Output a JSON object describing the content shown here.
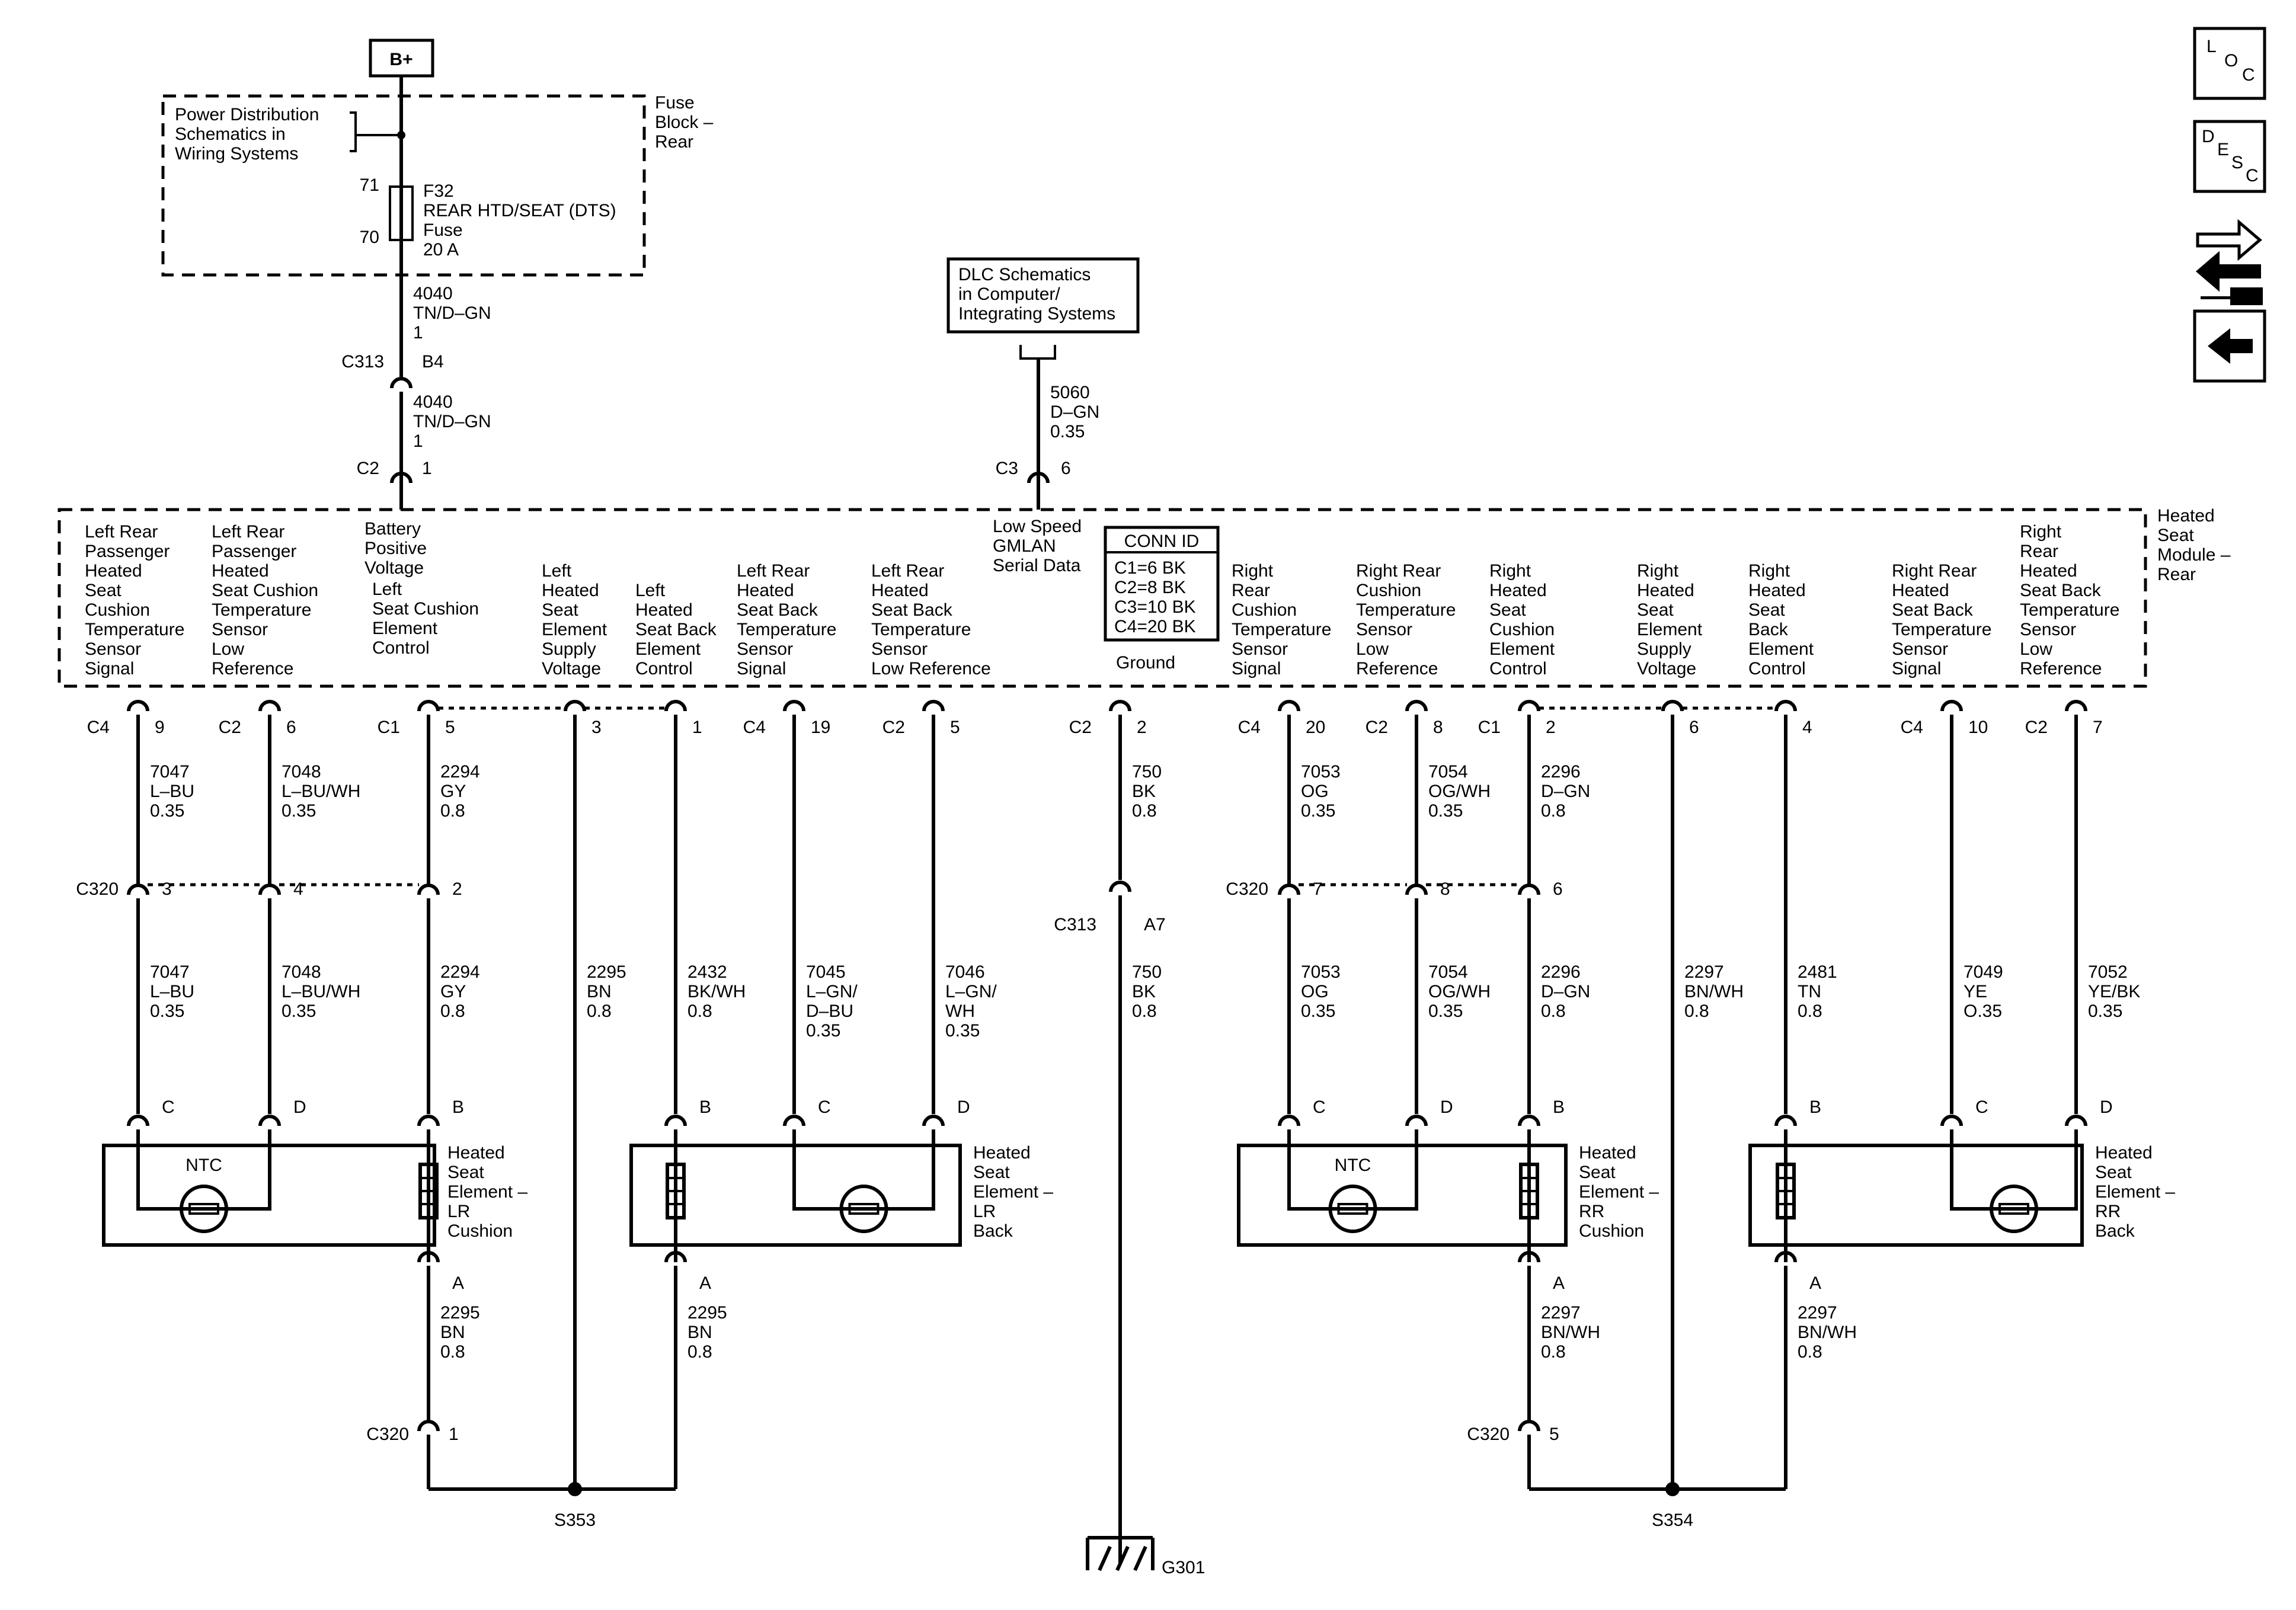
{
  "power": {
    "battery_label": "B+",
    "ref_schematic": [
      "Power Distribution",
      "Schematics in",
      "Wiring Systems"
    ],
    "fuse_block": [
      "Fuse",
      "Block –",
      "Rear"
    ],
    "fuse_pin_top": "71",
    "fuse_pin_bottom": "70",
    "fuse_text": [
      "F32",
      "REAR HTD/SEAT (DTS)",
      "Fuse",
      "20 A"
    ],
    "wire_top": [
      "4040",
      "TN/D–GN",
      "1"
    ],
    "c313_label": "C313",
    "c313_pin": "B4",
    "wire_bottom": [
      "4040",
      "TN/D–GN",
      "1"
    ],
    "c2_label": "C2",
    "c2_pin": "1"
  },
  "dlc": {
    "ref": [
      "DLC Schematics",
      "in Computer/",
      "Integrating Systems"
    ],
    "wire": [
      "5060",
      "D–GN",
      "0.35"
    ],
    "conn": "C3",
    "pin": "6"
  },
  "module": {
    "name": [
      "Heated",
      "Seat",
      "Module –",
      "Rear"
    ],
    "conn_id_title": "CONN ID",
    "conn_id": [
      "C1=6 BK",
      "C2=8 BK",
      "C3=10 BK",
      "C4=20 BK"
    ],
    "gmlan": [
      "Low Speed",
      "GMLAN",
      "Serial Data"
    ],
    "ground_label": "Ground",
    "functions": [
      [
        "Left Rear",
        "Passenger",
        "Heated",
        "Seat",
        "Cushion",
        "Temperature",
        "Sensor",
        "Signal"
      ],
      [
        "Left Rear",
        "Passenger",
        "Heated",
        "Seat Cushion",
        "Temperature",
        "Sensor",
        "Low",
        "Reference"
      ],
      [
        "Battery",
        "Positive",
        "Voltage"
      ],
      [
        "Left",
        "Seat Cushion",
        "Element",
        "Control"
      ],
      [
        "Left",
        "Heated",
        "Seat",
        "Element",
        "Supply",
        "Voltage"
      ],
      [
        "Left",
        "Heated",
        "Seat Back",
        "Element",
        "Control"
      ],
      [
        "Left Rear",
        "Heated",
        "Seat Back",
        "Temperature",
        "Sensor",
        "Signal"
      ],
      [
        "Left Rear",
        "Heated",
        "Seat Back",
        "Temperature",
        "Sensor",
        "Low Reference"
      ],
      [
        "Right",
        "Rear",
        "Cushion",
        "Temperature",
        "Sensor",
        "Signal"
      ],
      [
        "Right Rear",
        "Cushion",
        "Temperature",
        "Sensor",
        "Low",
        "Reference"
      ],
      [
        "Right",
        "Heated",
        "Seat",
        "Cushion",
        "Element",
        "Control"
      ],
      [
        "Right",
        "Heated",
        "Seat",
        "Element",
        "Supply",
        "Voltage"
      ],
      [
        "Right",
        "Heated",
        "Seat",
        "Back",
        "Element",
        "Control"
      ],
      [
        "Right Rear",
        "Heated",
        "Seat Back",
        "Temperature",
        "Sensor",
        "Signal"
      ],
      [
        "Right",
        "Rear",
        "Heated",
        "Seat Back",
        "Temperature",
        "Sensor",
        "Low",
        "Reference"
      ]
    ]
  },
  "circuits": [
    {
      "conn": "C4",
      "pin": "9",
      "w1": [
        "7047",
        "L–BU",
        "0.35"
      ],
      "c320_pin": "3",
      "w2": [
        "7047",
        "L–BU",
        "0.35"
      ],
      "elem_pin": "C"
    },
    {
      "conn": "C2",
      "pin": "6",
      "w1": [
        "7048",
        "L–BU/WH",
        "0.35"
      ],
      "c320_pin": "4",
      "w2": [
        "7048",
        "L–BU/WH",
        "0.35"
      ],
      "elem_pin": "D"
    },
    {
      "conn": "C1",
      "pin": "5",
      "w1": [
        "2294",
        "GY",
        "0.8"
      ],
      "c320_pin": "2",
      "w2": [
        "2294",
        "GY",
        "0.8"
      ],
      "elem_pin": "B"
    },
    {
      "conn": "",
      "pin": "3",
      "w2": [
        "2295",
        "BN",
        "0.8"
      ]
    },
    {
      "conn": "",
      "pin": "1",
      "w2": [
        "2432",
        "BK/WH",
        "0.8"
      ],
      "elem_pin": "B"
    },
    {
      "conn": "C4",
      "pin": "19",
      "w2": [
        "7045",
        "L–GN/",
        "D–BU",
        "0.35"
      ],
      "elem_pin": "C"
    },
    {
      "conn": "C2",
      "pin": "5",
      "w2": [
        "7046",
        "L–GN/",
        "WH",
        "0.35"
      ],
      "elem_pin": "D"
    },
    {
      "conn": "C2",
      "pin": "2",
      "w1": [
        "750",
        "BK",
        "0.8"
      ],
      "inline_conn": "C313",
      "inline_pin": "A7",
      "w2": [
        "750",
        "BK",
        "0.8"
      ]
    },
    {
      "conn": "C4",
      "pin": "20",
      "w1": [
        "7053",
        "OG",
        "0.35"
      ],
      "c320_pin": "7",
      "w2": [
        "7053",
        "OG",
        "0.35"
      ],
      "elem_pin": "C"
    },
    {
      "conn": "C2",
      "pin": "8",
      "w1": [
        "7054",
        "OG/WH",
        "0.35"
      ],
      "c320_pin": "8",
      "w2": [
        "7054",
        "OG/WH",
        "0.35"
      ],
      "elem_pin": "D"
    },
    {
      "conn": "C1",
      "pin": "2",
      "w1": [
        "2296",
        "D–GN",
        "0.8"
      ],
      "c320_pin": "6",
      "w2": [
        "2296",
        "D–GN",
        "0.8"
      ],
      "elem_pin": "B"
    },
    {
      "conn": "",
      "pin": "6",
      "w2": [
        "2297",
        "BN/WH",
        "0.8"
      ]
    },
    {
      "conn": "",
      "pin": "4",
      "w2": [
        "2481",
        "TN",
        "0.8"
      ],
      "elem_pin": "B"
    },
    {
      "conn": "C4",
      "pin": "10",
      "w2": [
        "7049",
        "YE",
        "O.35"
      ],
      "elem_pin": "C"
    },
    {
      "conn": "C2",
      "pin": "7",
      "w2": [
        "7052",
        "YE/BK",
        "0.35"
      ],
      "elem_pin": "D"
    }
  ],
  "c320_label": "C320",
  "elements": [
    {
      "name": [
        "Heated",
        "Seat",
        "Element –",
        "LR",
        "Cushion"
      ],
      "sensor": "NTC",
      "bottom_pin": "A",
      "bottom_wire": [
        "2295",
        "BN",
        "0.8"
      ]
    },
    {
      "name": [
        "Heated",
        "Seat",
        "Element –",
        "LR",
        "Back"
      ],
      "sensor": "",
      "bottom_pin": "A",
      "bottom_wire": [
        "2295",
        "BN",
        "0.8"
      ]
    },
    {
      "name": [
        "Heated",
        "Seat",
        "Element –",
        "RR",
        "Cushion"
      ],
      "sensor": "NTC",
      "bottom_pin": "A",
      "bottom_wire": [
        "2297",
        "BN/WH",
        "0.8"
      ]
    },
    {
      "name": [
        "Heated",
        "Seat",
        "Element –",
        "RR",
        "Back"
      ],
      "sensor": "",
      "bottom_pin": "A",
      "bottom_wire": [
        "2297",
        "BN/WH",
        "0.8"
      ]
    }
  ],
  "c320_bottom_left_pin": "1",
  "c320_bottom_right_pin": "5",
  "splices": [
    "S353",
    "S354"
  ],
  "ground": "G301",
  "nav": {
    "loc": [
      "L",
      "O",
      "C"
    ],
    "desc": [
      "D",
      "E",
      "S",
      "C"
    ],
    "icon_connector": "connector-view-icon",
    "icon_back": "back-arrow-icon"
  }
}
